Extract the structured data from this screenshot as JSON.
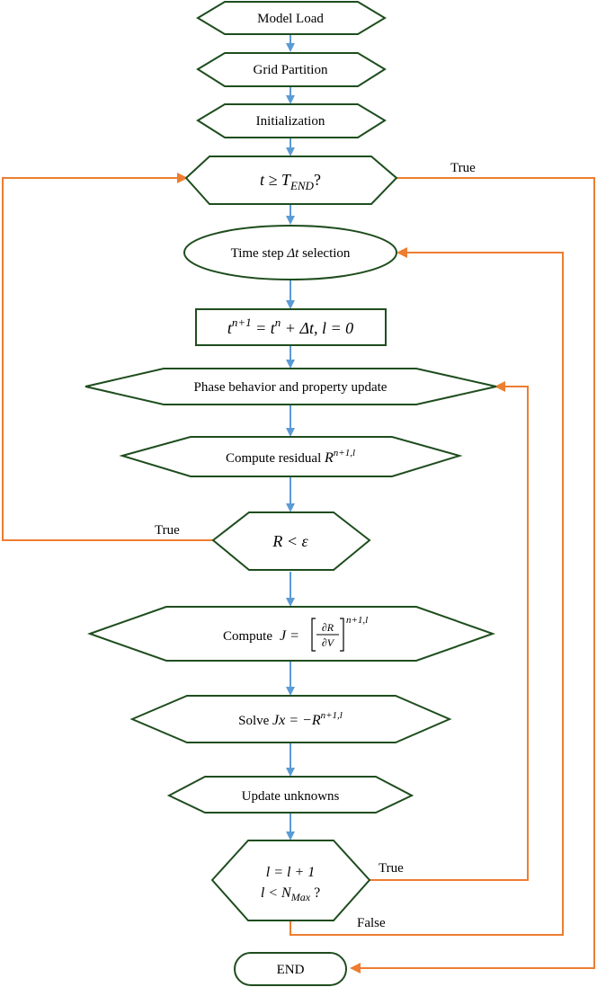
{
  "diagram": {
    "model_load": "Model Load",
    "grid_partition": "Grid Partition",
    "initialization": "Initialization",
    "end_check": {
      "a": "t ≥ T",
      "sub": "END",
      "b": "?"
    },
    "time_step": {
      "text": "Time step ",
      "math": "Δt",
      "suffix": " selection"
    },
    "time_update": {
      "t": "t",
      "sup1": "n+1",
      "eq": " = t",
      "sup2": "n",
      "rest": " + Δt, l = 0"
    },
    "phase_update": "Phase behavior and property update",
    "residual": {
      "text": "Compute residual ",
      "R": "R",
      "sup": "n+1,l"
    },
    "convergence": {
      "text": "R < ε"
    },
    "jacobian": {
      "text": "Compute ",
      "J": "J = ",
      "num": "∂R",
      "den": "∂V",
      "sup": "n+1,l"
    },
    "solve": {
      "text": "Solve ",
      "eq": "Jx = −R",
      "sup": "n+1,l"
    },
    "update_unknowns": "Update unknowns",
    "iteration": {
      "line1": "l = l + 1",
      "line2a": "l < N",
      "line2sub": "Max",
      "line2b": " ?"
    },
    "end": "END",
    "edge_labels": {
      "true_top": "True",
      "true_left": "True",
      "true_right": "True",
      "false_bottom": "False"
    },
    "colors": {
      "shape_stroke": "#1e4d1e",
      "down_arrow": "#5b9bd5",
      "loop_arrow": "#ed7d31"
    }
  }
}
